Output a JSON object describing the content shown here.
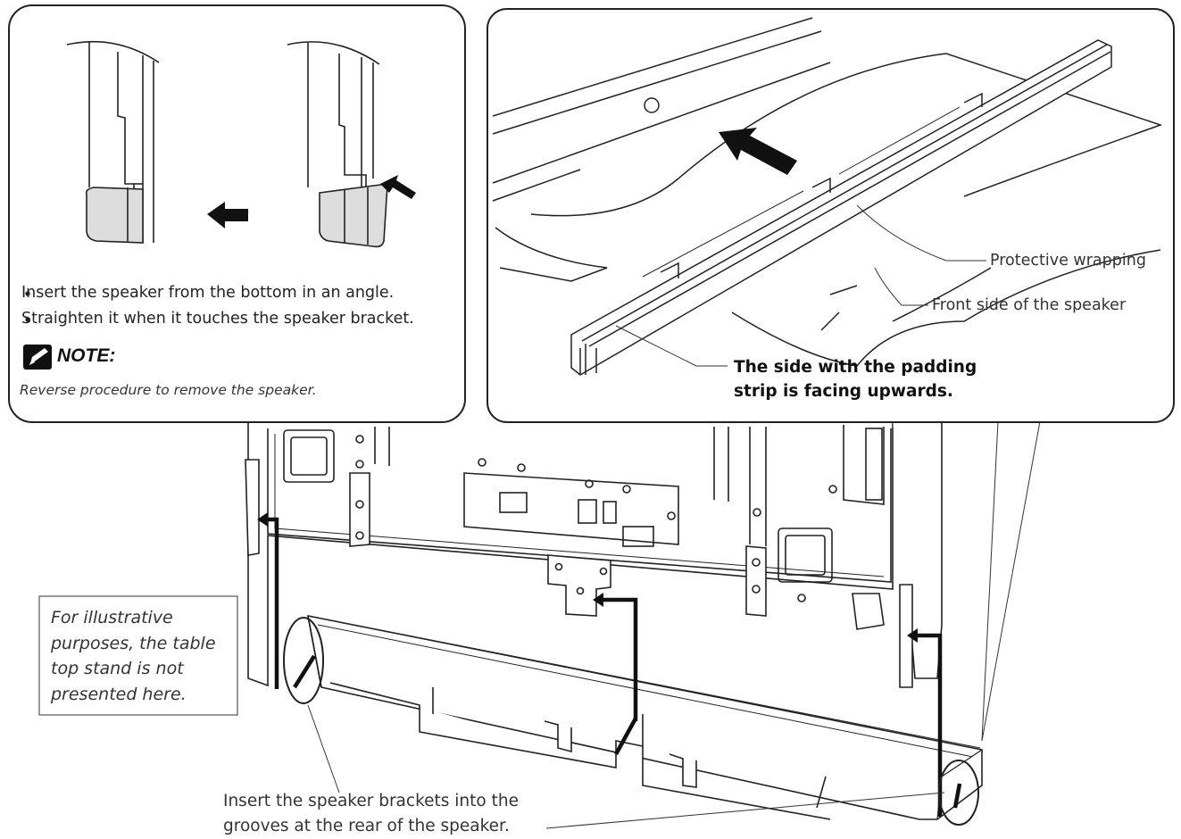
{
  "left_panel": {
    "bullets": [
      "Insert the speaker from the bottom in an angle.",
      "Straighten it when it touches the speaker bracket."
    ],
    "note_title": "NOTE:",
    "note_text": "Reverse procedure to remove the speaker.",
    "note_icon": "pencil-note-icon"
  },
  "right_panel": {
    "label_protective": "Protective wrapping",
    "label_front": "Front side of the speaker",
    "label_padding_line1": "The side with the padding",
    "label_padding_line2": "strip is facing upwards."
  },
  "main": {
    "illustrative_note": [
      "For illustrative",
      "purposes, the table",
      "top stand is not",
      "presented here."
    ],
    "insert_caption": [
      "Insert the speaker brackets into the",
      "grooves at the rear of the speaker."
    ]
  }
}
